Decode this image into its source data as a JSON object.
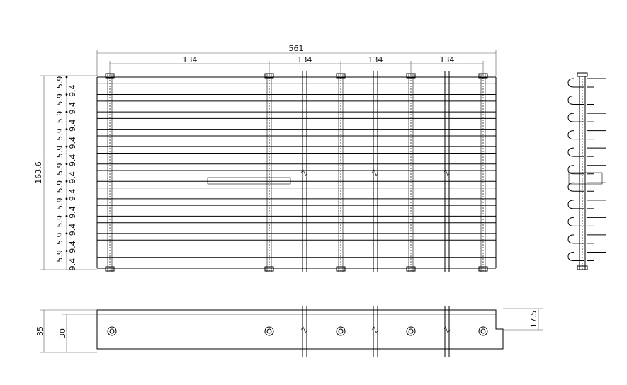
{
  "drawing": {
    "overall_length": "561",
    "bay_spacing": [
      "134",
      "134",
      "134",
      "134"
    ],
    "overall_width": "163.6",
    "gap_small": "5.9",
    "pitch": "9.4",
    "pitch_rows": 11,
    "plate_height": "35",
    "bar_height": "30",
    "bolt_height": "17.5",
    "text_color": "#111111",
    "line_color": "#000000"
  }
}
